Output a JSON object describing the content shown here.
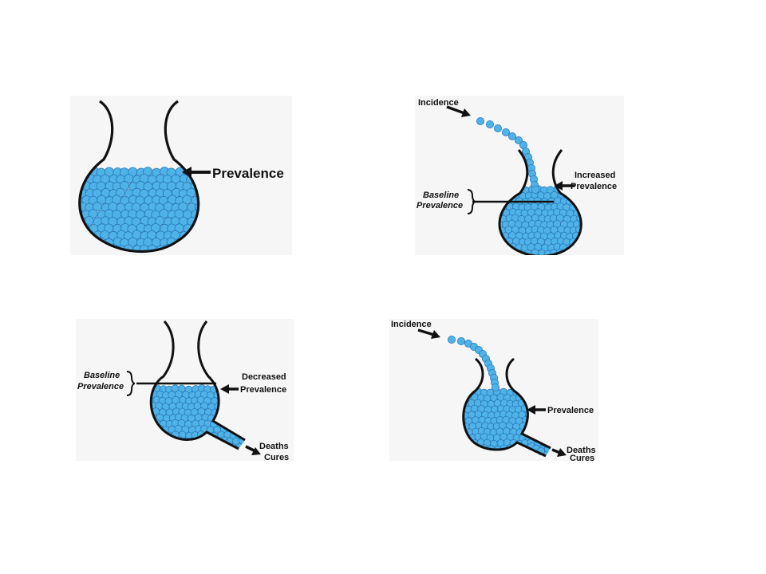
{
  "colors": {
    "ball": "#4fb3e8",
    "ball_stroke": "#2a78b8",
    "ink": "#111111",
    "panel_bg": "#f6f6f6"
  },
  "panels": [
    {
      "id": "prevalence-only",
      "labels": {
        "prevalence": "Prevalence"
      }
    },
    {
      "id": "incidence-increase",
      "labels": {
        "incidence": "Incidence",
        "increased_1": "Increased",
        "increased_2": "Prevalence",
        "baseline_1": "Baseline",
        "baseline_2": "Prevalence"
      }
    },
    {
      "id": "deaths-cures-decrease",
      "labels": {
        "baseline_1": "Baseline",
        "baseline_2": "Prevalence",
        "decreased_1": "Decreased",
        "decreased_2": "Prevalence",
        "deaths": "Deaths",
        "cures": "Cures"
      }
    },
    {
      "id": "steady-state",
      "labels": {
        "incidence": "Incidence",
        "prevalence": "Prevalence",
        "deaths": "Deaths",
        "cures": "Cures"
      }
    }
  ]
}
